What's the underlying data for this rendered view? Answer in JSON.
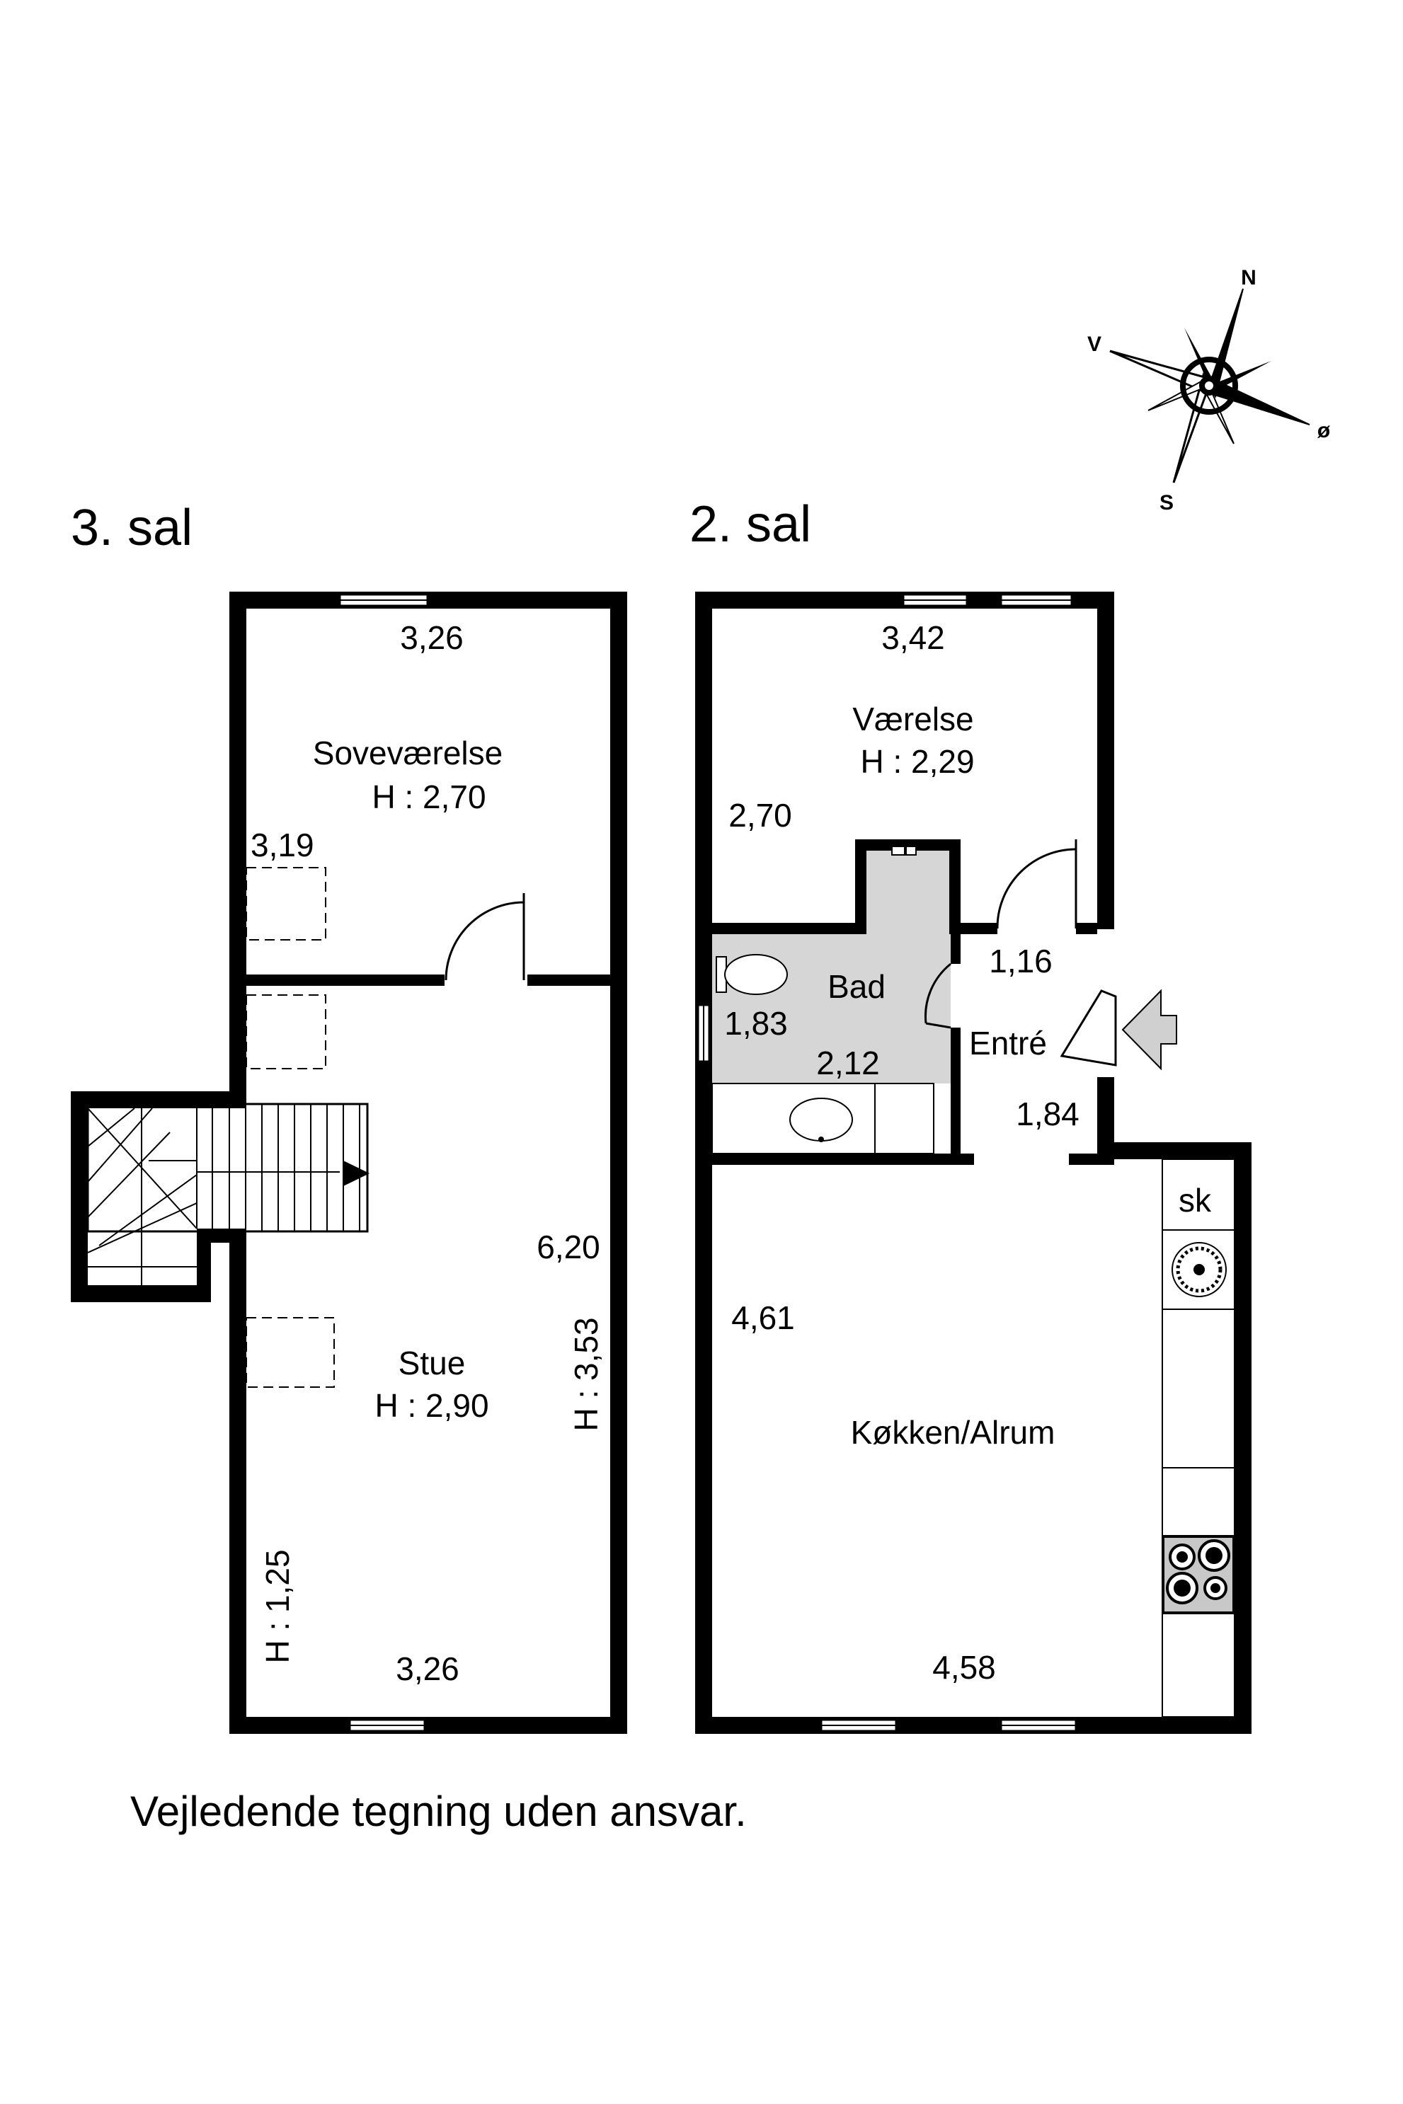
{
  "compass": {
    "n": "N",
    "s": "S",
    "e": "ø",
    "w": "V"
  },
  "floors": {
    "third": {
      "title": "3. sal",
      "rooms": {
        "bedroom": {
          "name": "Soveværelse",
          "height": "H : 2,70",
          "width_top": "3,26",
          "depth_left": "3,19"
        },
        "living": {
          "name": "Stue",
          "height": "H : 2,90",
          "depth_right": "6,20",
          "height_right": "H : 3,53",
          "height_left": "H : 1,25",
          "width_bottom": "3,26"
        }
      }
    },
    "second": {
      "title": "2. sal",
      "rooms": {
        "room": {
          "name": "Værelse",
          "height": "H : 2,29",
          "width_top": "3,42",
          "depth_left": "2,70"
        },
        "bath": {
          "name": "Bad",
          "depth": "1,83",
          "width": "2,12"
        },
        "entry": {
          "name": "Entré",
          "width": "1,16",
          "depth": "1,84"
        },
        "kitchen": {
          "name": "Køkken/Alrum",
          "cabinet": "sk",
          "depth_left": "4,61",
          "width_bottom": "4,58"
        }
      }
    }
  },
  "disclaimer": "Vejledende tegning uden ansvar."
}
